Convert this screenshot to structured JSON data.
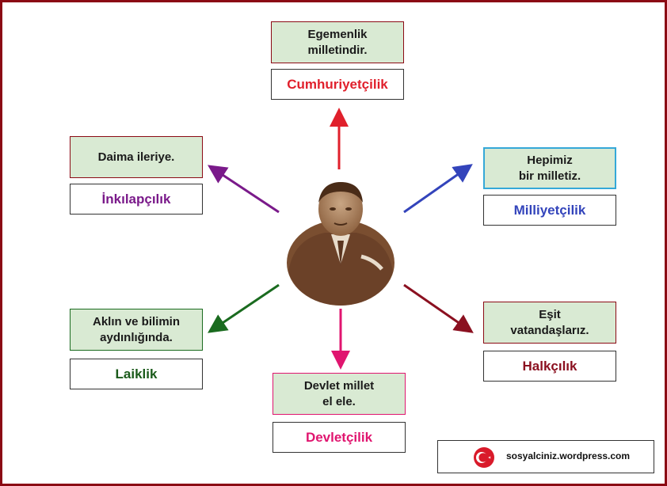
{
  "principles": [
    {
      "id": "cumhuriyetcilik",
      "slogan": "Egemenlik\nmilletindir.",
      "name": "Cumhuriyetçilik",
      "color": "#e0202c",
      "slogan_border": "#8b0a14"
    },
    {
      "id": "inkilapcilik",
      "slogan": "Daima ileriye.",
      "name": "İnkılapçılık",
      "color": "#7a1a8a",
      "slogan_border": "#8b0a14"
    },
    {
      "id": "milliyetcilik",
      "slogan": "Hepimiz\nbir milletiz.",
      "name": "Milliyetçilik",
      "color": "#3344bb",
      "slogan_border": "#35a8d8"
    },
    {
      "id": "laiklik",
      "slogan": "Aklın ve bilimin\naydınlığında.",
      "name": "Laiklik",
      "color": "#1a6b1f",
      "slogan_border": "#1a6b1f"
    },
    {
      "id": "halkcilik",
      "slogan": "Eşit\nvatandaşlarız.",
      "name": "Halkçılık",
      "color": "#8b1020",
      "slogan_border": "#8b0a14"
    },
    {
      "id": "devletcilik",
      "slogan": "Devlet millet\nel ele.",
      "name": "Devletçilik",
      "color": "#e0156f",
      "slogan_border": "#e0156f"
    }
  ],
  "credit": {
    "text": "sosyalciniz.wordpress.com",
    "icon": "turkish-flag-icon"
  },
  "center": {
    "icon": "ataturk-portrait"
  }
}
